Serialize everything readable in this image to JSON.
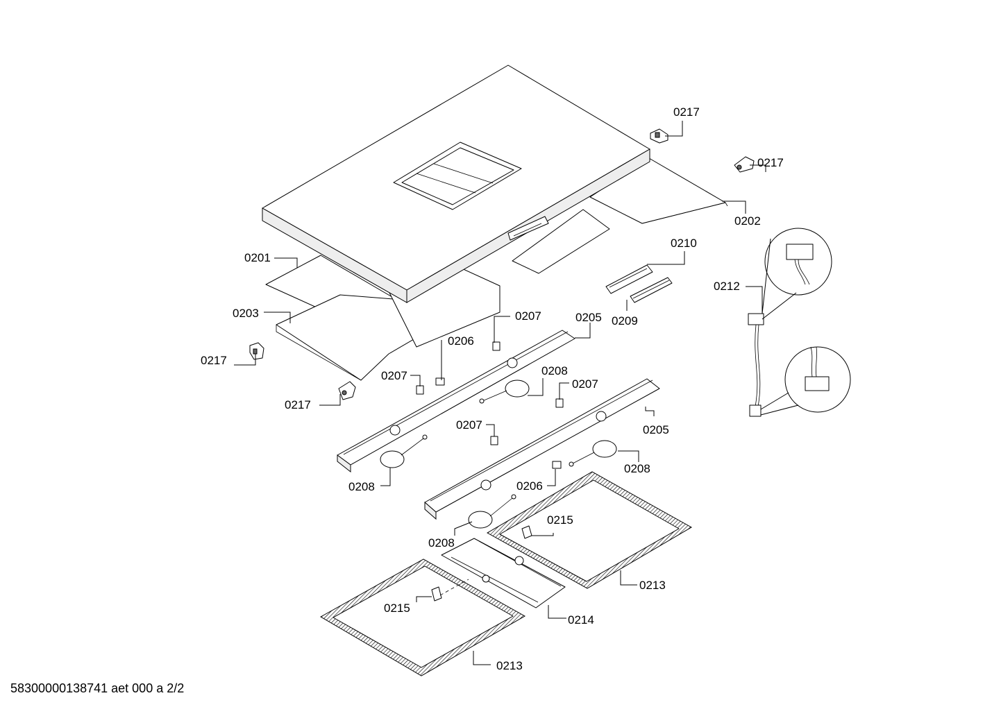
{
  "document_id": "58300000138741 aet 000 a 2/2",
  "callouts": [
    {
      "label": "0217"
    },
    {
      "label": "0217"
    },
    {
      "label": "0202"
    },
    {
      "label": "0210"
    },
    {
      "label": "0212"
    },
    {
      "label": "0201"
    },
    {
      "label": "0203"
    },
    {
      "label": "0217"
    },
    {
      "label": "0217"
    },
    {
      "label": "0207"
    },
    {
      "label": "0205"
    },
    {
      "label": "0206"
    },
    {
      "label": "0209"
    },
    {
      "label": "0207"
    },
    {
      "label": "0208"
    },
    {
      "label": "0207"
    },
    {
      "label": "0207"
    },
    {
      "label": "0205"
    },
    {
      "label": "0208"
    },
    {
      "label": "0208"
    },
    {
      "label": "0206"
    },
    {
      "label": "0215"
    },
    {
      "label": "0208"
    },
    {
      "label": "0213"
    },
    {
      "label": "0215"
    },
    {
      "label": "0214"
    },
    {
      "label": "0213"
    }
  ]
}
